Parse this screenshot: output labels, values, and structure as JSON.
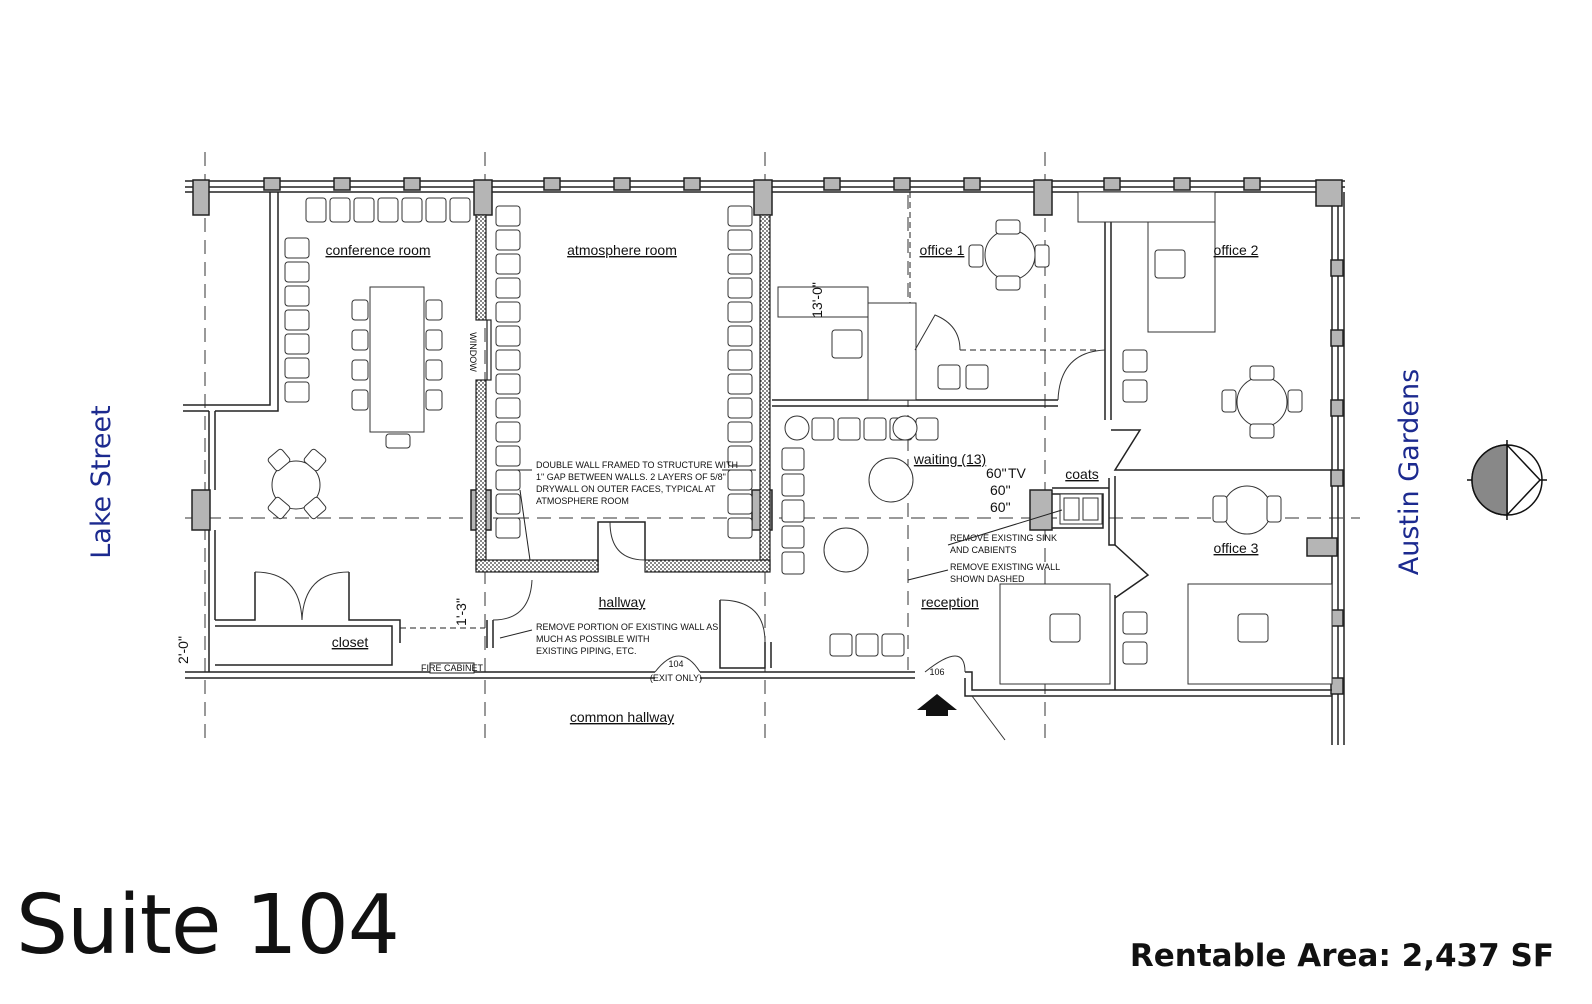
{
  "rooms": {
    "conference": "conference room",
    "atmosphere": "atmosphere room",
    "office1": "office 1",
    "office2": "office 2",
    "office3": "office 3",
    "waiting": "waiting (13)",
    "coats": "coats",
    "reception": "reception",
    "hallway": "hallway",
    "closet": "closet",
    "common_hallway": "common hallway"
  },
  "streets": {
    "west": "Lake Street",
    "east": "Austin Gardens"
  },
  "notes": {
    "double_wall_1": "DOUBLE WALL FRAMED TO STRUCTURE WITH",
    "double_wall_2": "1\" GAP BETWEEN WALLS. 2 LAYERS OF 5/8\"",
    "double_wall_3": "DRYWALL ON OUTER FACES, TYPICAL AT",
    "double_wall_4": "ATMOSPHERE ROOM",
    "remove_portion_1": "REMOVE PORTION OF EXISTING WALL AS",
    "remove_portion_2": "MUCH AS POSSIBLE WITH",
    "remove_portion_3": "EXISTING PIPING, ETC.",
    "remove_sink_1": "REMOVE EXISTING SINK",
    "remove_sink_2": "AND CABIENTS",
    "remove_wall_1": "REMOVE EXISTING WALL",
    "remove_wall_2": "SHOWN DASHED",
    "window": "WINDOW",
    "fire_cabinet": "FIRE CABINET",
    "door_104": "104",
    "door_104_sub": "(EXIT ONLY)",
    "door_106": "106",
    "dim_13": "13'-0\"",
    "dim_1_3": "1'-3\"",
    "dim_edge": "2'-0\"",
    "tv_1": "60\"",
    "tv_label": "TV",
    "tv_2": "60\"",
    "tv_3": "60\""
  },
  "footer": {
    "suite_title": "Suite 104",
    "rentable_area": "Rentable Area: 2,437 SF"
  }
}
